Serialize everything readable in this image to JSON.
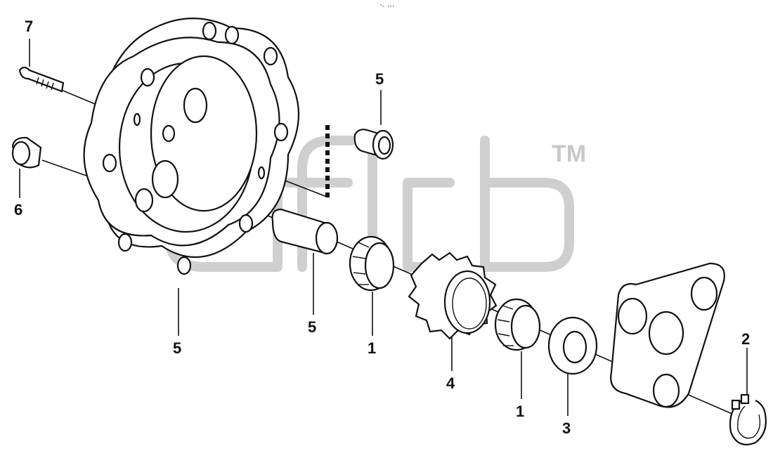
{
  "diagram": {
    "header_code": "⁰ₚ ₀₀₀",
    "watermark_tm": "TM",
    "callouts": [
      {
        "id": "c7",
        "label": "7"
      },
      {
        "id": "c6",
        "label": "6"
      },
      {
        "id": "c5a",
        "label": "5"
      },
      {
        "id": "c5b",
        "label": "5"
      },
      {
        "id": "c5c",
        "label": "5"
      },
      {
        "id": "c1a",
        "label": "1"
      },
      {
        "id": "c4",
        "label": "4"
      },
      {
        "id": "c1b",
        "label": "1"
      },
      {
        "id": "c3",
        "label": "3"
      },
      {
        "id": "c2",
        "label": "2"
      }
    ],
    "parts": [
      {
        "name": "countersunk-screw",
        "ref": "7"
      },
      {
        "name": "plug",
        "ref": "6"
      },
      {
        "name": "housing-flange",
        "ref": "5"
      },
      {
        "name": "bushing",
        "ref": "5"
      },
      {
        "name": "pin",
        "ref": "5"
      },
      {
        "name": "needle-bearing",
        "ref": "1"
      },
      {
        "name": "gear",
        "ref": "4"
      },
      {
        "name": "washer",
        "ref": "3"
      },
      {
        "name": "retaining-ring",
        "ref": "2"
      }
    ]
  }
}
